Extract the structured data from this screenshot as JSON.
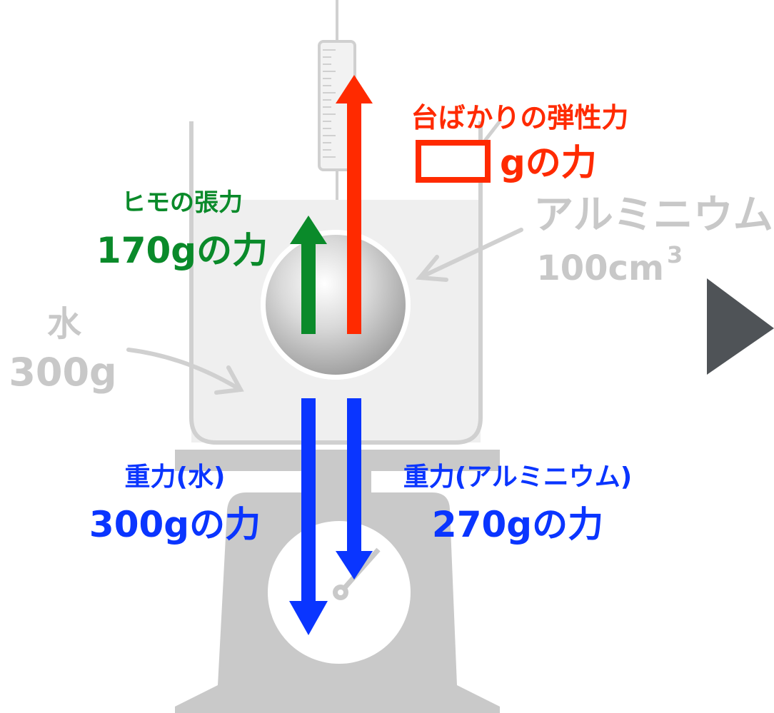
{
  "labels": {
    "scale_force": "台ばかりの弾性力",
    "scale_force_blank_unit": "gの力",
    "string_tension": "ヒモの張力",
    "string_tension_value": "170gの力",
    "aluminum": "アルミニウム",
    "aluminum_volume": "100cm",
    "aluminum_volume_exp": "3",
    "water": "水",
    "water_mass": "300g",
    "gravity_water": "重力(水)",
    "gravity_water_value": "300gの力",
    "gravity_aluminum": "重力(アルミニウム)",
    "gravity_aluminum_value": "270gの力"
  },
  "colors": {
    "red": "#ff2a00",
    "green": "#0a8a2a",
    "blue": "#0a35ff",
    "grey": "#c8c8c8",
    "next_triangle": "#4f5357"
  },
  "icons": {
    "next": "play-triangle-icon"
  }
}
